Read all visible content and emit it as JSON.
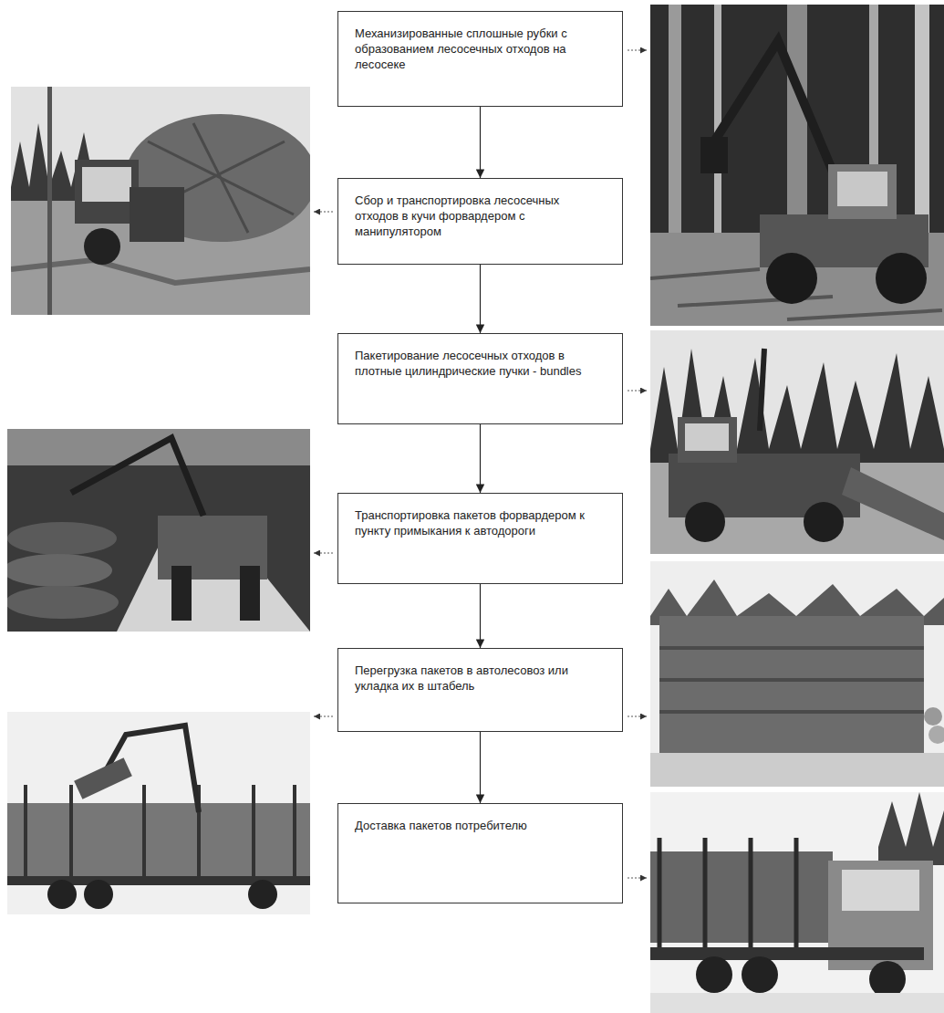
{
  "diagram": {
    "nodes": [
      {
        "text": [
          "Механизированные сплошные рубки с образованием лесосечных отходов на лесосеке"
        ]
      },
      {
        "text": [
          "Сбор и транспортировка лесосечных отходов в кучи форвардером с манипулятором"
        ]
      },
      {
        "text": [
          "Пакетирование лесосечных отходов в плотные цилиндрические пучки - bundles"
        ]
      },
      {
        "text": [
          "Транспортировка пакетов форвардером к пункту примыкания к автодороги"
        ]
      },
      {
        "text": [
          "Перегрузка пакетов в автолесовоз или укладка их в штабель"
        ]
      },
      {
        "text": [
          "Доставка пакетов потребителю"
        ]
      }
    ],
    "edges": [
      {
        "from": 0,
        "to": 1,
        "arrow": "to"
      },
      {
        "from": 1,
        "to": 2,
        "arrow": "to"
      },
      {
        "from": 2,
        "to": 3,
        "arrow": "to"
      },
      {
        "from": 3,
        "to": 4,
        "arrow": "to"
      },
      {
        "from": 4,
        "to": 5,
        "arrow": "to"
      }
    ]
  }
}
